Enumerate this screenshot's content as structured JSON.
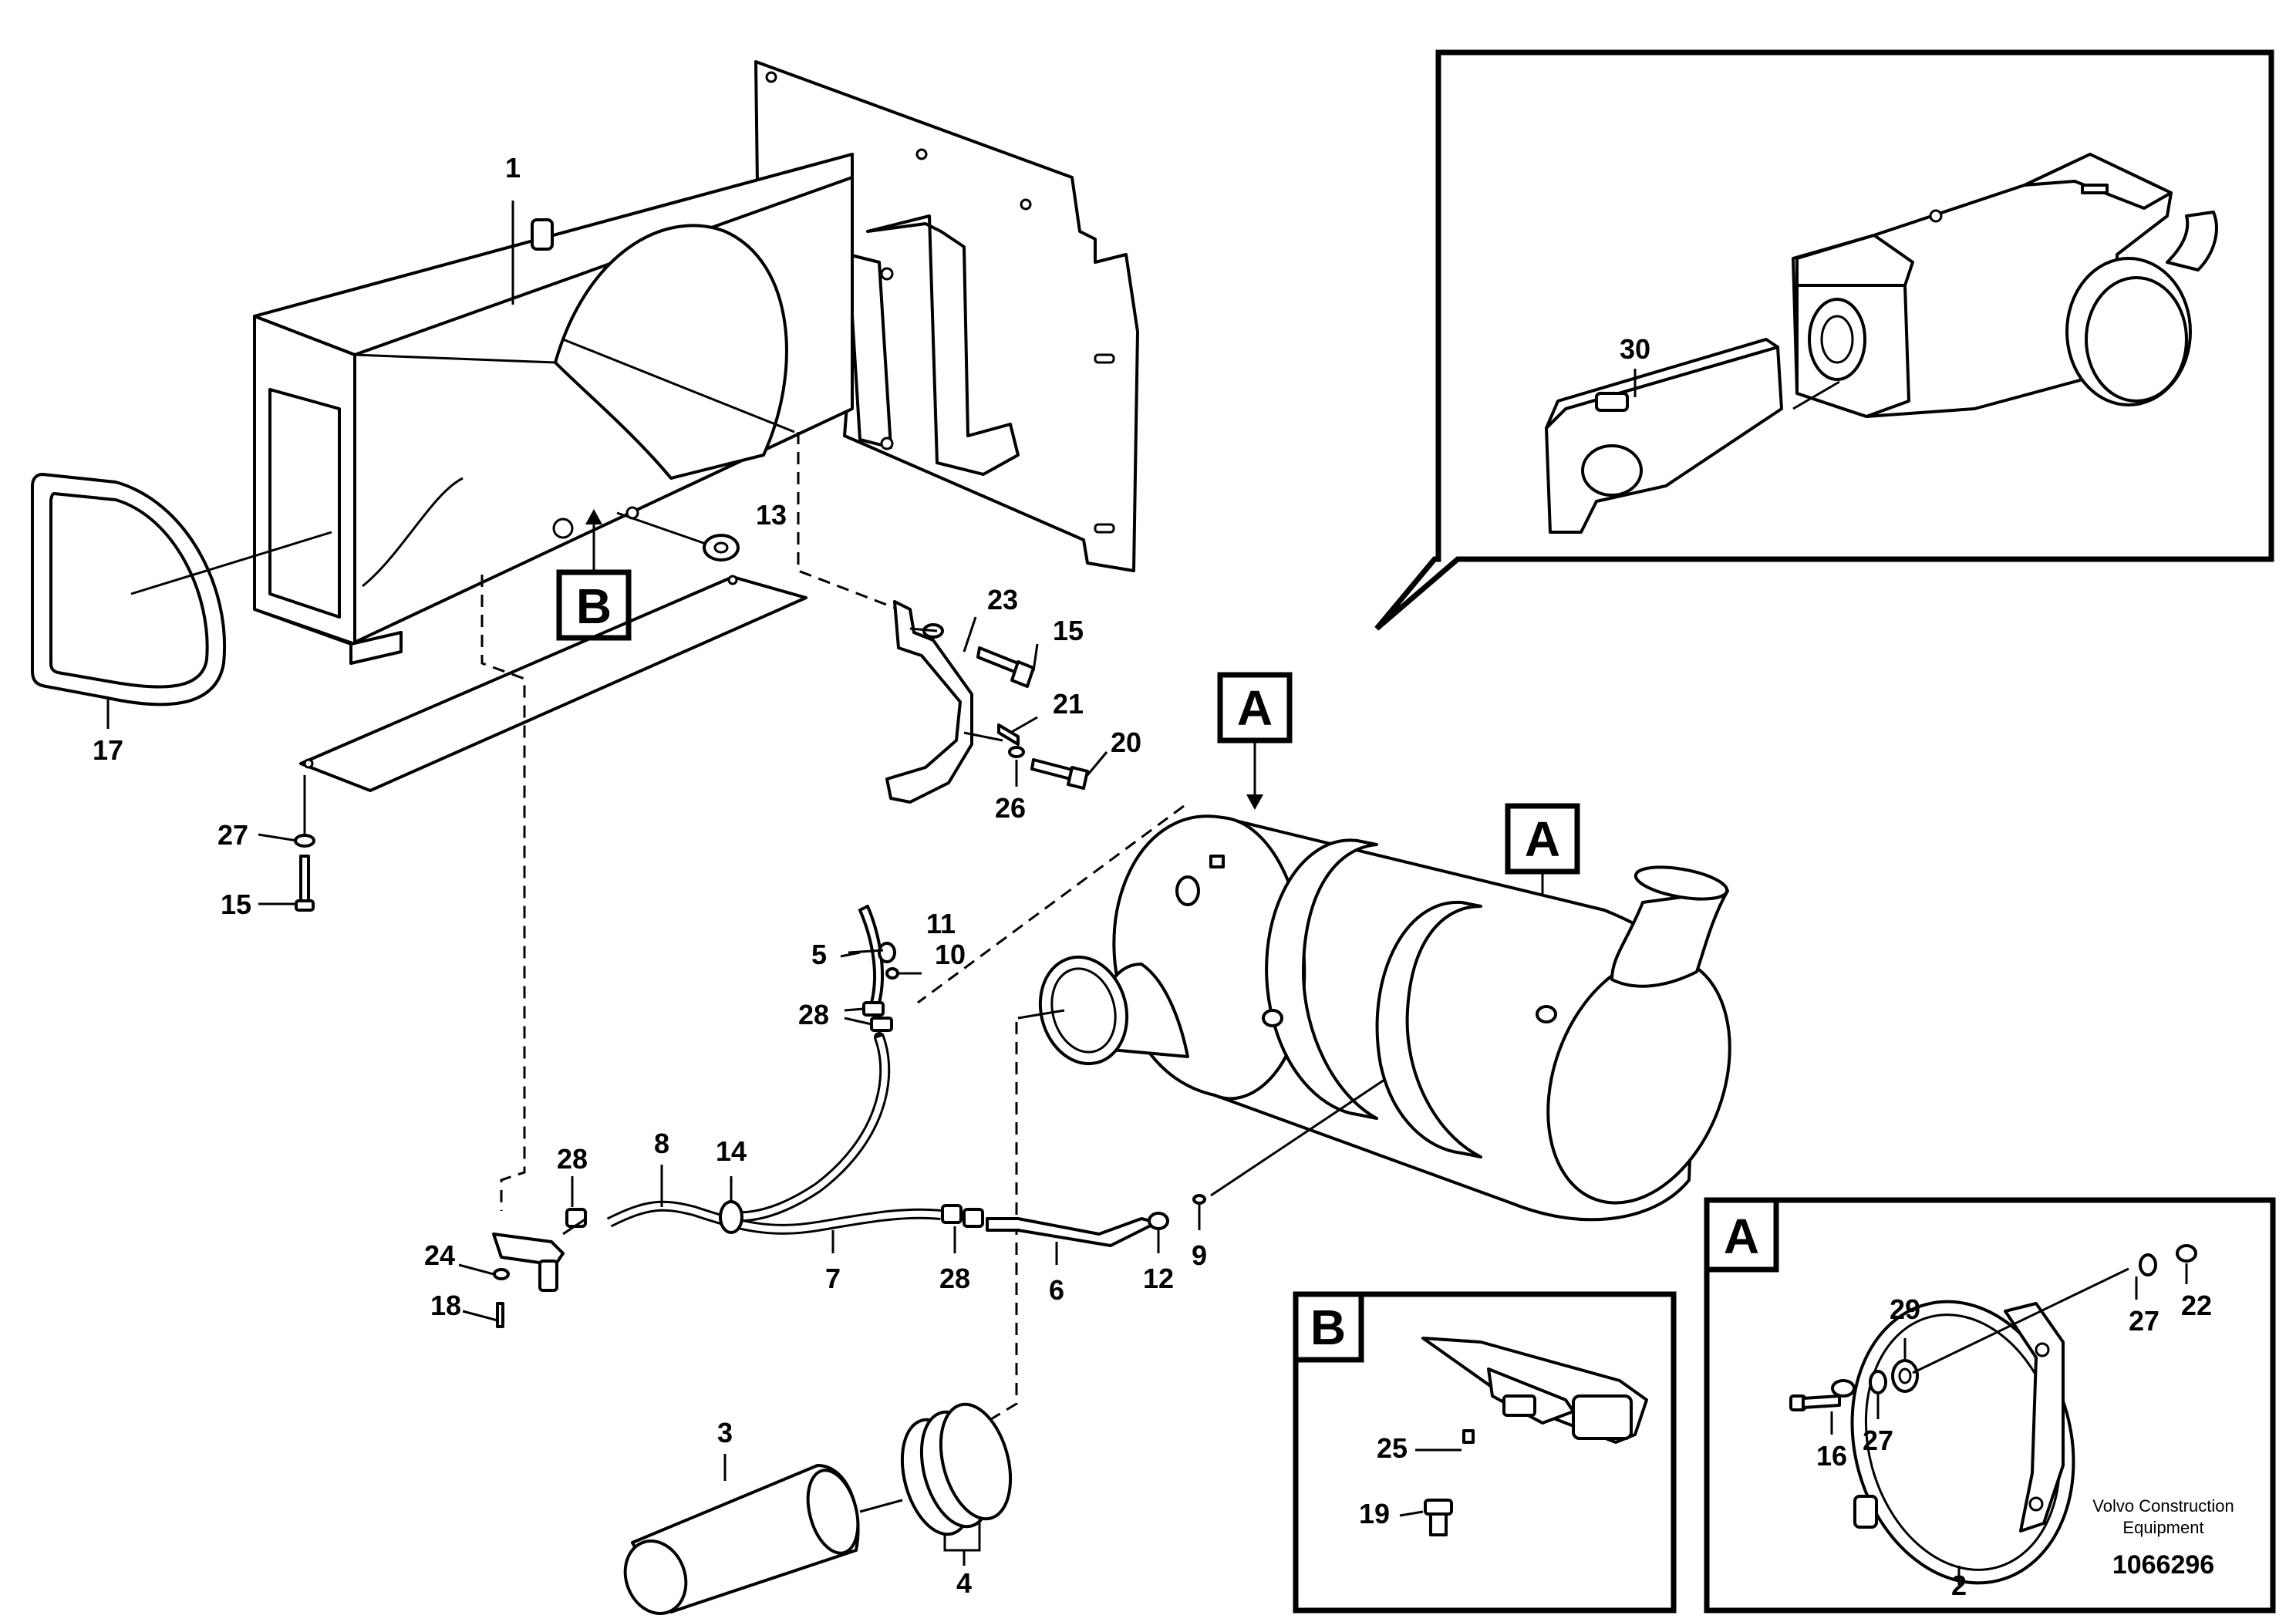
{
  "drawing": {
    "part_labels": {
      "p1": "1",
      "p2": "2",
      "p3": "3",
      "p4": "4",
      "p5": "5",
      "p6": "6",
      "p7": "7",
      "p8": "8",
      "p9": "9",
      "p10": "10",
      "p11": "11",
      "p12": "12",
      "p13": "13",
      "p14": "14",
      "p15a": "15",
      "p15b": "15",
      "p16": "16",
      "p17": "17",
      "p18": "18",
      "p19": "19",
      "p20": "20",
      "p21": "21",
      "p22": "22",
      "p23": "23",
      "p24": "24",
      "p25": "25",
      "p26": "26",
      "p27a": "27",
      "p27b": "27",
      "p27c": "27",
      "p28a": "28",
      "p28b": "28",
      "p28c": "28",
      "p29": "29",
      "p30": "30"
    },
    "callouts": {
      "a1": "A",
      "a2": "A",
      "b1": "B"
    },
    "inset_a": {
      "title": "A"
    },
    "inset_b": {
      "title": "B"
    },
    "credit_line1": "Volvo Construction",
    "credit_line2": "Equipment",
    "document_number": "1066296"
  }
}
